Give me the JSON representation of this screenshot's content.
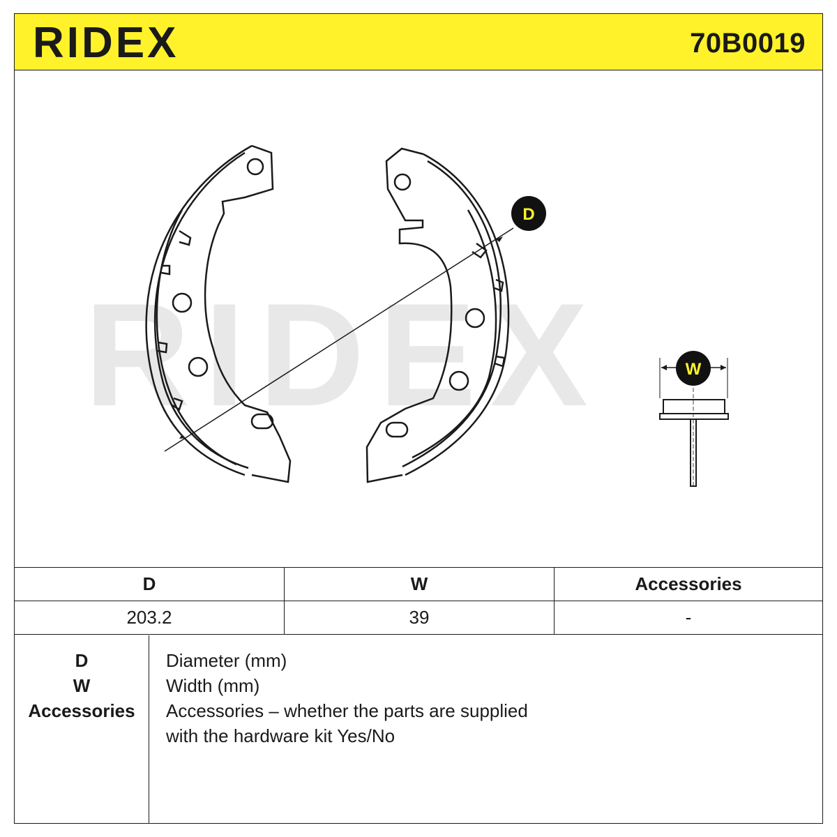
{
  "header": {
    "brand": "RIDEX",
    "part_number": "70B0019",
    "background_color": "#fff22a"
  },
  "drawing": {
    "watermark": "RIDEX",
    "dimension_markers": [
      {
        "label": "D",
        "icon": "circle-badge-icon"
      },
      {
        "label": "W",
        "icon": "circle-badge-icon"
      }
    ]
  },
  "spec_table": {
    "headers": [
      "D",
      "W",
      "Accessories"
    ],
    "values": [
      "203.2",
      "39",
      "-"
    ]
  },
  "legend": {
    "keys": [
      "D",
      "W",
      "Accessories"
    ],
    "lines": [
      "Diameter (mm)",
      "Width (mm)",
      "Accessories – whether the parts are supplied",
      "with the hardware kit Yes/No"
    ]
  }
}
